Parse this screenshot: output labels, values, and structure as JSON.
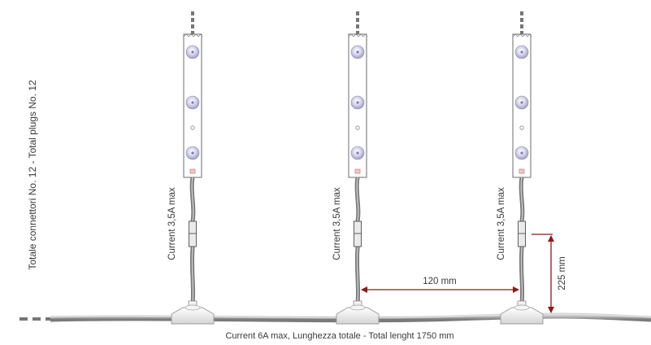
{
  "diagram": {
    "side_label": "Totale connettori No. 12  -  Total plugs No. 12",
    "bottom_label": "Current 6A  max,  Lunghezza totale -  Total lenght  1750 mm",
    "dim_horizontal": "120 mm",
    "dim_vertical": "225 mm",
    "modules": [
      {
        "current_label": "Current  3,5A max"
      },
      {
        "current_label": "Current  3,5A max"
      },
      {
        "current_label": "Current  3,5A max"
      }
    ],
    "colors": {
      "dimension_arrow": "#8b1a1a",
      "cable": "#8c8c8c",
      "led_module": "#ffffff",
      "led_lens": "#c9c9e6"
    }
  }
}
